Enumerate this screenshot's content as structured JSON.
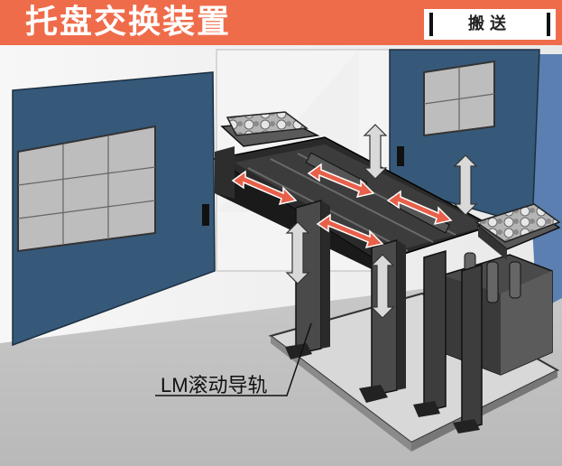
{
  "header": {
    "title": "托盘交换装置",
    "badge": "搬送"
  },
  "callouts": {
    "lm_rail": "LM滚动导轨"
  },
  "colors": {
    "title_bg": "#ef6c4b",
    "horizontal_arrows": "#e8604a",
    "vertical_arrows": "#d9d9d9",
    "machine_door": "#36597a",
    "conveyor": "#2a2a2a"
  }
}
